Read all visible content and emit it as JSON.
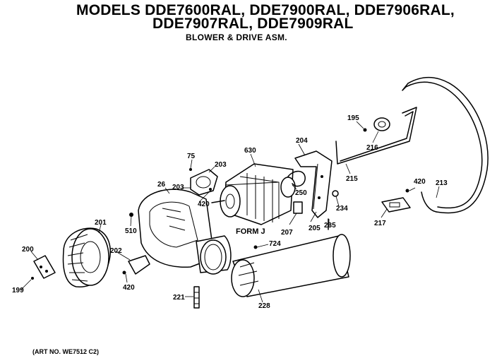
{
  "header": {
    "title_line1": "MODELS DDE7600RAL, DDE7900RAL, DDE7906RAL,",
    "title_line2": "DDE7907RAL, DDE7909RAL",
    "subtitle": "BLOWER & DRIVE ASM."
  },
  "footer": {
    "art_number": "(ART NO. WE7512 C2)"
  },
  "diagram": {
    "form_label": "FORM J",
    "part_labels": {
      "p195": "195",
      "p216": "216",
      "p630": "630",
      "p204": "204",
      "p75": "75",
      "p203a": "203",
      "p203b": "203",
      "p26": "26",
      "p420a": "420",
      "p250": "250",
      "p215": "215",
      "p420b": "420",
      "p213": "213",
      "p234": "234",
      "p510": "510",
      "p201": "201",
      "p207": "207",
      "p205": "205",
      "p235": "235",
      "p217": "217",
      "p724": "724",
      "p200": "200",
      "p202": "202",
      "p199": "199",
      "p420c": "420",
      "p221": "221",
      "p228": "228"
    }
  }
}
